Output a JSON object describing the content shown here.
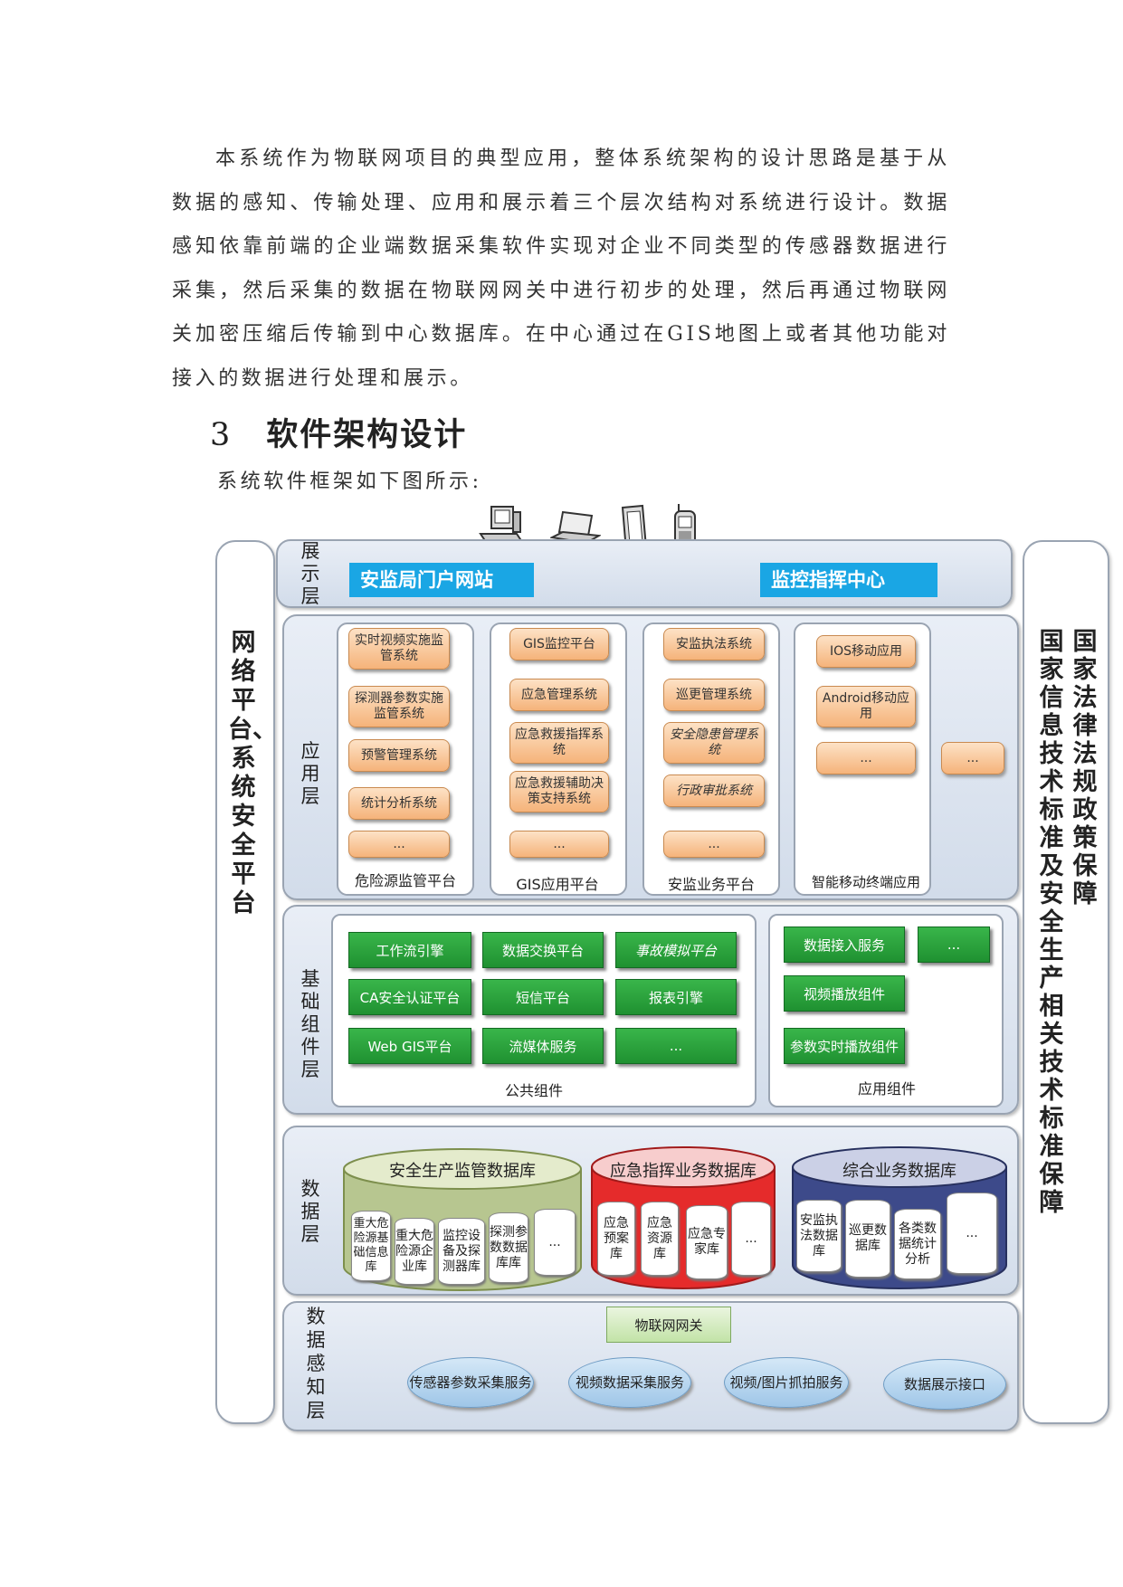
{
  "paragraph": "本系统作为物联网项目的典型应用，整体系统架构的设计思路是基于从数据的感知、传输处理、应用和展示着三个层次结构对系统进行设计。数据感知依靠前端的企业端数据采集软件实现对企业不同类型的传感器数据进行采集，然后采集的数据在物联网网关中进行初步的处理，然后再通过物联网关加密压缩后传输到中心数据库。在中心通过在GIS地图上或者其他功能对接入的数据进行处理和展示。",
  "heading": {
    "number": "3",
    "text": "软件架构设计"
  },
  "caption": "系统软件框架如下图所示:",
  "diagram": {
    "left_side": "网络平台、系统安全平台",
    "right_side_col1": "国家法律法规政策保障",
    "right_side_col2": "国家信息技术标准及安全生产相关技术标准保障",
    "display": {
      "label": "展示层",
      "portal": "安监局门户网站",
      "center": "监控指挥中心"
    },
    "app": {
      "label": "应用层",
      "col1": {
        "items": [
          "实时视频实施监管系统",
          "探测器参数实施监管系统",
          "预警管理系统",
          "统计分析系统",
          "..."
        ],
        "caption": "危险源监管平台"
      },
      "col2": {
        "items": [
          "GIS监控平台",
          "应急管理系统",
          "应急救援指挥系统",
          "应急救援辅助决策支持系统",
          "..."
        ],
        "caption": "GIS应用平台"
      },
      "col3": {
        "items": [
          "安监执法系统",
          "巡更管理系统",
          "安全隐患管理系统",
          "行政审批系统",
          "..."
        ],
        "caption": "安监业务平台"
      },
      "col4": {
        "items": [
          "IOS移动应用",
          "Android移动应用",
          "..."
        ],
        "caption": "智能移动终端应用"
      },
      "extra": "..."
    },
    "base": {
      "label": "基础组件层",
      "public": {
        "items": [
          "工作流引擎",
          "数据交换平台",
          "事故模拟平台",
          "CA安全认证平台",
          "短信平台",
          "报表引擎",
          "Web GIS平台",
          "流媒体服务",
          "..."
        ],
        "caption": "公共组件"
      },
      "app": {
        "items": [
          "数据接入服务",
          "...",
          "视频播放组件",
          "参数实时播放组件"
        ],
        "caption": "应用组件"
      }
    },
    "data": {
      "label": "数据层",
      "db1": {
        "title": "安全生产监管数据库",
        "items": [
          "重大危险源基础信息库",
          "重大危险源企业库",
          "监控设备及探测器库",
          "探测参数数据库库",
          "..."
        ]
      },
      "db2": {
        "title": "应急指挥业务数据库",
        "items": [
          "应急预案库",
          "应急资源库",
          "应急专家库",
          "..."
        ]
      },
      "db3": {
        "title": "综合业务数据库",
        "items": [
          "安监执法数据库",
          "巡更数据库",
          "各类数据统计分析",
          "..."
        ]
      }
    },
    "sense": {
      "label": "数据感知层",
      "gateway": "物联网网关",
      "items": [
        "传感器参数采集服务",
        "视频数据采集服务",
        "视频/图片抓拍服务",
        "数据展示接口"
      ]
    }
  }
}
